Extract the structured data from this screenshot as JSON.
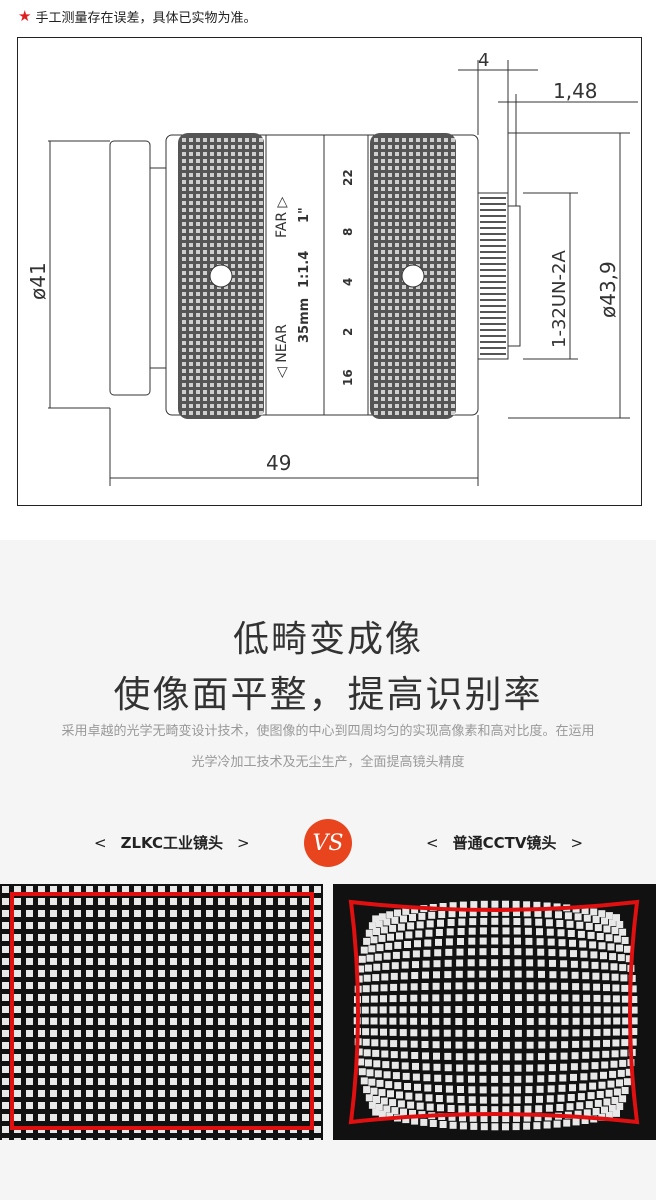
{
  "notice": {
    "icon": "star-icon",
    "text": "手工测量存在误差，具体已实物为准。"
  },
  "drawing": {
    "dim_top": "4",
    "dim_top2": "1,48",
    "dim_left": "ø41",
    "dim_right": "ø43,9",
    "dim_thread": "1-32UN-2A",
    "dim_bottom": "49",
    "ring_near": "◁ NEAR",
    "ring_far": "FAR ▷",
    "ring_focal": "35mm",
    "ring_aperture": "1:1.4",
    "ring_format": "1\"",
    "scale_nums": [
      "16",
      "2",
      "4",
      "8",
      "22"
    ]
  },
  "feature": {
    "title_line1": "低畸变成像",
    "title_line2": "使像面平整，提高识别率",
    "desc_line1": "采用卓越的光学无畸变设计技术，使图像的中心到四周均匀的实现高像素和高对比度。在运用",
    "desc_line2": "光学冷加工技术及无尘生产，全面提高镜头精度",
    "left_label": "ZLKC工业镜头",
    "right_label": "普通CCTV镜头",
    "arrow_left": "<",
    "arrow_right": ">",
    "vs_text": "VS"
  },
  "colors": {
    "accent": "#e8451f",
    "star": "#e02020",
    "frame_red": "#e01010"
  }
}
